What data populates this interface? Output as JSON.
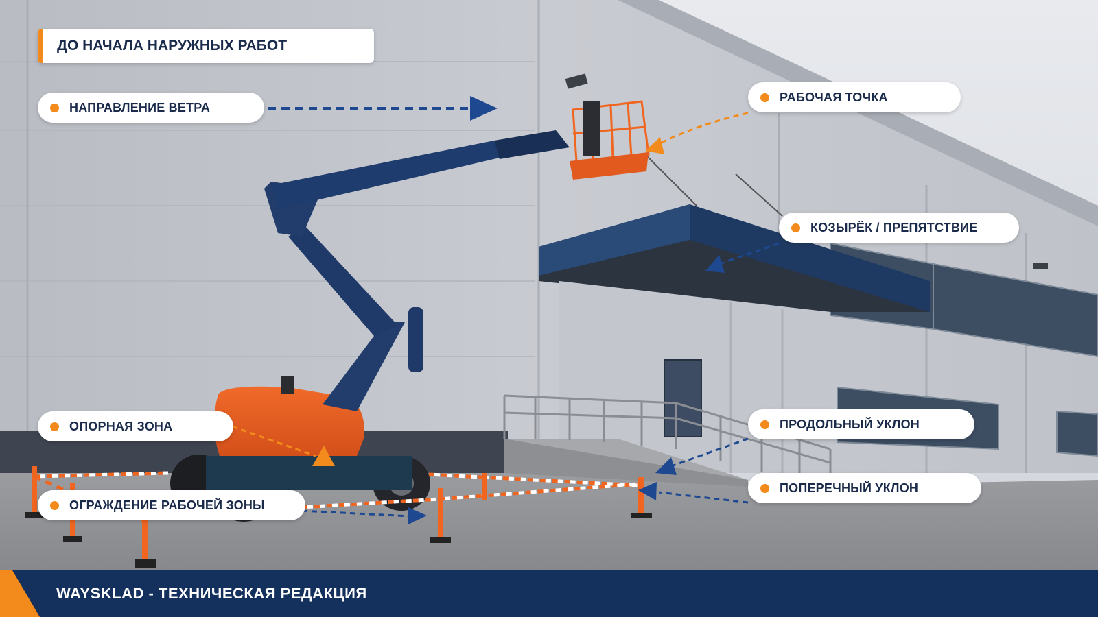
{
  "header": {
    "title": "ДО НАЧАЛА НАРУЖНЫХ РАБОТ"
  },
  "callouts": {
    "wind": "НАПРАВЛЕНИЕ ВЕТРА",
    "work_point": "РАБОЧАЯ ТОЧКА",
    "canopy": "КОЗЫРЁК / ПРЕПЯТСТВИЕ",
    "support": "ОПОРНАЯ ЗОНА",
    "long_slope": "ПРОДОЛЬНЫЙ УКЛОН",
    "fence": "ОГРАЖДЕНИЕ РАБОЧЕЙ ЗОНЫ",
    "cross_slope": "ПОПЕРЕЧНЫЙ УКЛОН"
  },
  "footer": {
    "text": "WAYSKLAD - ТЕХНИЧЕСКАЯ РЕДАКЦИЯ"
  },
  "colors": {
    "accent": "#f28a1c",
    "navy": "#14305d",
    "arrow_blue": "#1e4890"
  }
}
